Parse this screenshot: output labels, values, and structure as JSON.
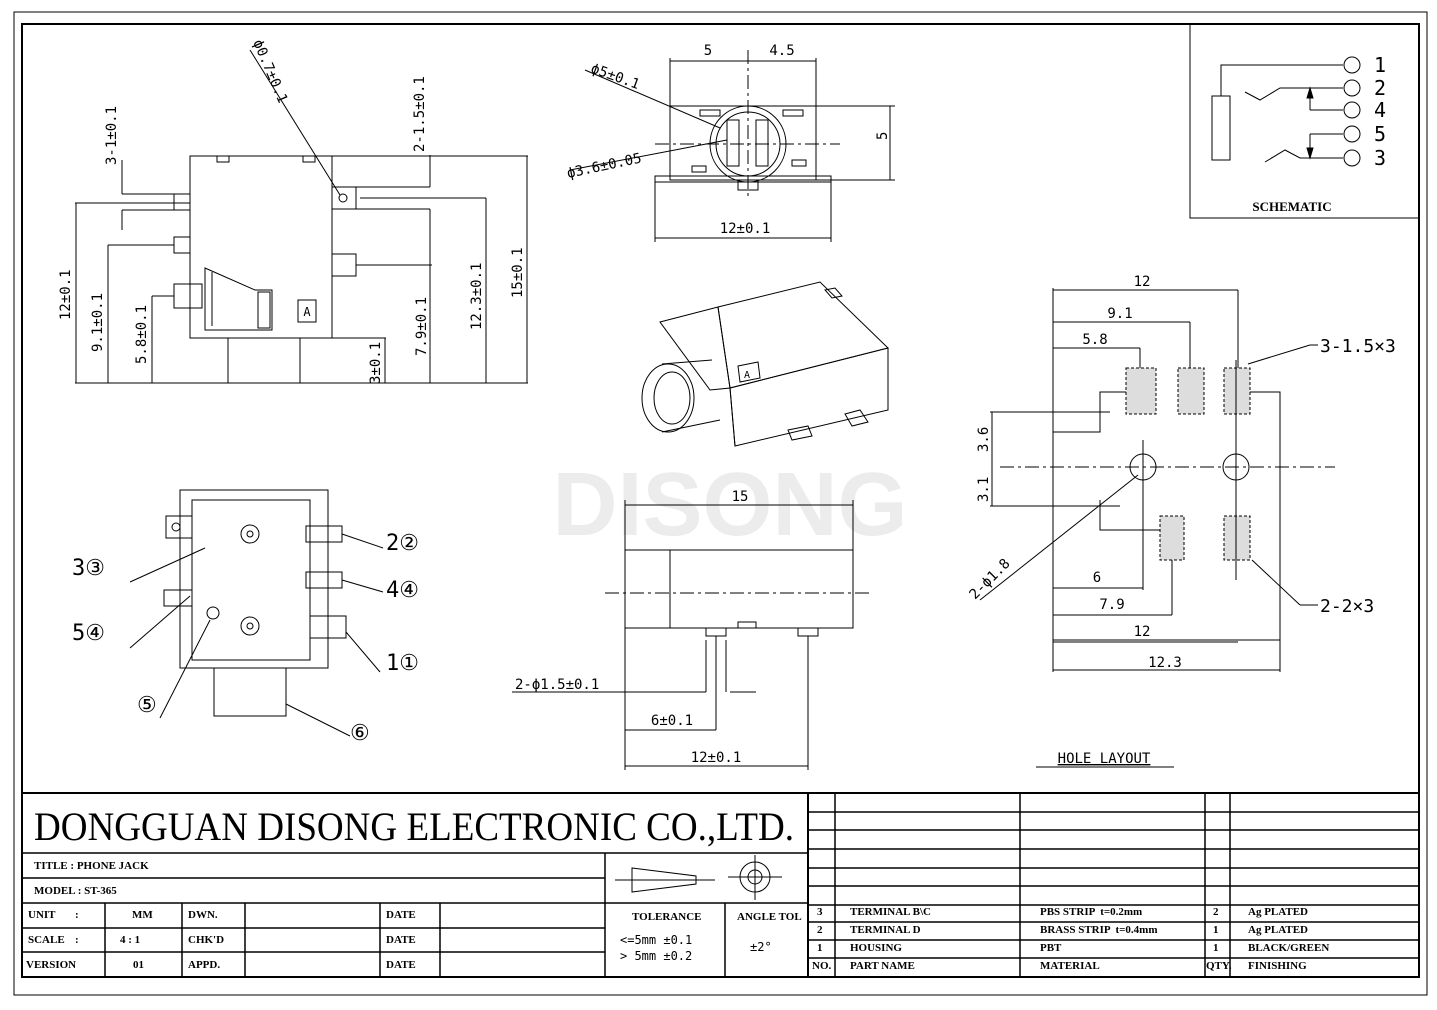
{
  "company": "DONGGUAN DISONG ELECTRONIC CO.,LTD.",
  "watermark": "DISONG",
  "schematic": {
    "title": "SCHEMATIC",
    "pins": [
      "1",
      "2",
      "4",
      "5",
      "3"
    ]
  },
  "views": {
    "side": {
      "labels": [
        "ϕ0.7±0.1",
        "3-1±0.1",
        "2-1.5±0.1",
        "12±0.1",
        "9.1±0.1",
        "5.8±0.1",
        "3±0.1",
        "7.9±0.1",
        "12.3±0.1",
        "15±0.1"
      ]
    },
    "front": {
      "labels": [
        "5",
        "4.5",
        "ϕ5±0.1",
        "ϕ3.6±0.05",
        "5",
        "12±0.1"
      ]
    },
    "bottom": {
      "labels": [
        "15",
        "2-ϕ1.5±0.1",
        "6±0.1",
        "12±0.1"
      ]
    },
    "pin_view": {
      "labels": [
        "2②",
        "4④",
        "1①",
        "3③",
        "5④",
        "⑤",
        "⑥"
      ]
    },
    "hole_layout": {
      "title": "HOLE LAYOUT",
      "labels": [
        "12",
        "9.1",
        "5.8",
        "3-1.5×3",
        "3.6",
        "3.1",
        "2-ϕ1.8",
        "6",
        "7.9",
        "12",
        "12.3",
        "2-2×3"
      ]
    }
  },
  "title_block": {
    "title": {
      "label": "TITLE",
      "value": "PHONE JACK"
    },
    "model": {
      "label": "MODEL",
      "value": "ST-365"
    },
    "unit": {
      "label": "UNIT",
      "value": "MM"
    },
    "scale": {
      "label": "SCALE",
      "value": "4 : 1"
    },
    "version": {
      "label": "VERSION",
      "value": "01"
    },
    "dwn": "DWN.",
    "chkd": "CHK'D",
    "appd": "APPD.",
    "date": "DATE",
    "tolerance": {
      "label": "TOLERANCE",
      "line1": "<=5mm ±0.1",
      "line2": "> 5mm ±0.2"
    },
    "angle_tol": {
      "label": "ANGLE TOL",
      "value": "±2°"
    }
  },
  "bom": {
    "headers": {
      "no": "NO.",
      "part": "PART NAME",
      "material": "MATERIAL",
      "qty": "QTY.",
      "finishing": "FINISHING"
    },
    "rows": [
      {
        "no": "3",
        "part": "TERMINAL B\\C",
        "material": "PBS STRIP  t=0.2mm",
        "qty": "2",
        "finishing": "Ag PLATED"
      },
      {
        "no": "2",
        "part": "TERMINAL D",
        "material": "BRASS STRIP  t=0.4mm",
        "qty": "1",
        "finishing": "Ag PLATED"
      },
      {
        "no": "1",
        "part": "HOUSING",
        "material": "PBT",
        "qty": "1",
        "finishing": "BLACK/GREEN"
      }
    ]
  }
}
